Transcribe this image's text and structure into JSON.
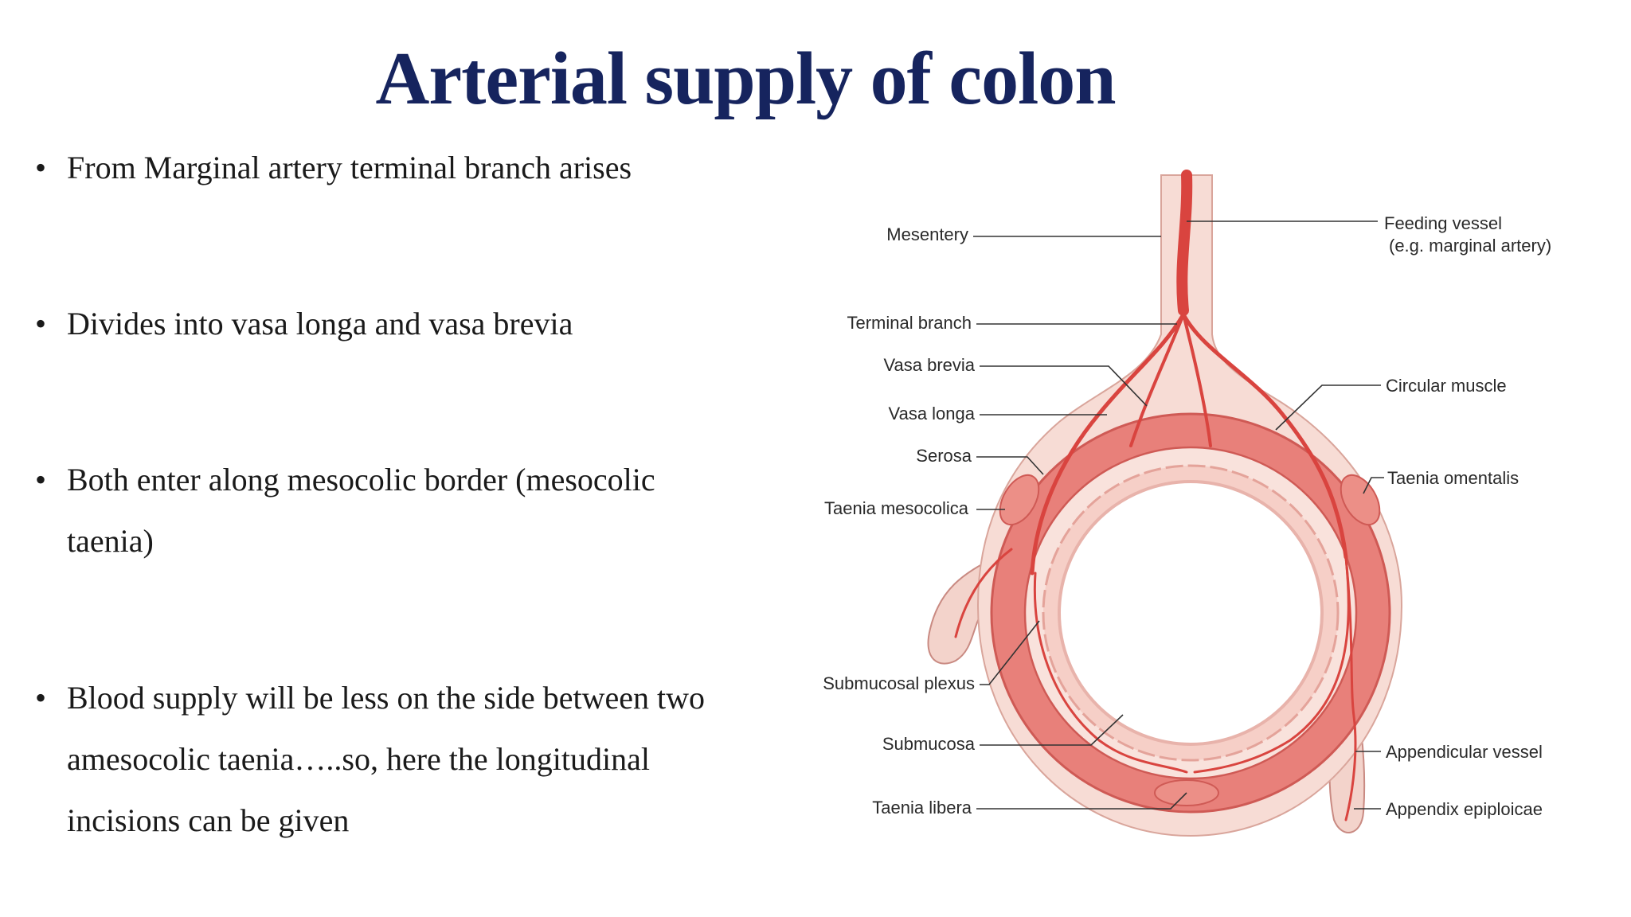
{
  "slide": {
    "title": "Arterial supply of colon",
    "bullet_symbol": "•",
    "bullets": [
      "From Marginal artery terminal branch arises",
      "Divides into vasa longa and vasa brevia",
      "Both enter along mesocolic border (mesocolic taenia)",
      "Blood supply will be less on the side between two amesocolic taenia…..so, here the longitudinal incisions can be given"
    ]
  },
  "diagram": {
    "labels": {
      "mesentery": "Mesentery",
      "terminal_branch": "Terminal branch",
      "vasa_brevia": "Vasa brevia",
      "vasa_longa": "Vasa longa",
      "serosa": "Serosa",
      "taenia_mesocolica": "Taenia mesocolica",
      "submucosal_plexus": "Submucosal plexus",
      "submucosa": "Submucosa",
      "taenia_libera": "Taenia libera",
      "feeding_vessel": "Feeding vessel",
      "feeding_vessel_note": "(e.g. marginal artery)",
      "circular_muscle": "Circular muscle",
      "taenia_omentalis": "Taenia omentalis",
      "appendicular_vessel": "Appendicular vessel",
      "appendix_epiploicae": "Appendix epiploicae"
    },
    "colors": {
      "title": "#16245e",
      "muscle": "#e8807a",
      "muscle_dark": "#cf5a55",
      "serosa": "#f7dcd5",
      "submucosa": "#f9e2dc",
      "vessel": "#d9443f"
    }
  }
}
